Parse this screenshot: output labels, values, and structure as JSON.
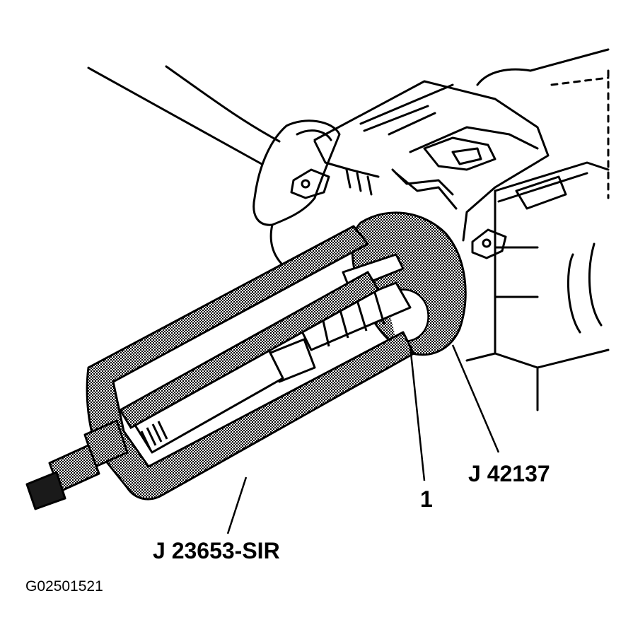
{
  "figure": {
    "callouts": {
      "puller_tool": "J 23653-SIR",
      "adapter_tool": "J 42137",
      "item_number": "1"
    },
    "figure_id": "G02501521"
  },
  "colors": {
    "line": "#000000",
    "tool_fill": "#6b6b6b",
    "background": "#ffffff"
  }
}
